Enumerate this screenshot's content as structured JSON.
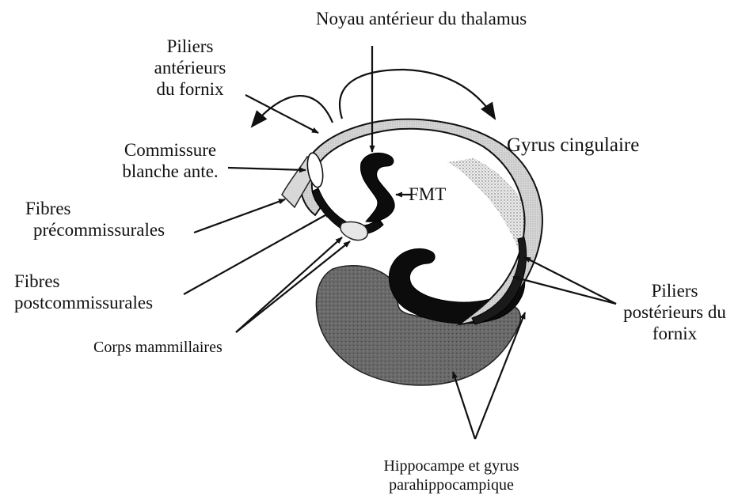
{
  "colors": {
    "ink": "#111111",
    "fornix_fill": "#d4d4d4",
    "dotted_fill": "#e2e2e2",
    "dark_structure": "#0c0c0c",
    "hippocampus_gray": "#6e6e6e"
  },
  "labels": {
    "noyau_thalamus": "Noyau antérieur du thalamus",
    "piliers_ant": [
      "Piliers",
      "antérieurs",
      "du fornix"
    ],
    "commissure": [
      "Commissure",
      "blanche ante."
    ],
    "gyrus_cingulaire": "Gyrus cingulaire",
    "fmt": "FMT",
    "fibres_pre": [
      "Fibres",
      "précommissurales"
    ],
    "fibres_post": [
      "Fibres",
      "postcommissurales"
    ],
    "corps_mammillaires": "Corps mammillaires",
    "piliers_post": [
      "Piliers",
      "postérieurs du",
      "fornix"
    ],
    "hippocampe": [
      "Hippocampe et gyrus",
      "parahippocampique"
    ]
  }
}
